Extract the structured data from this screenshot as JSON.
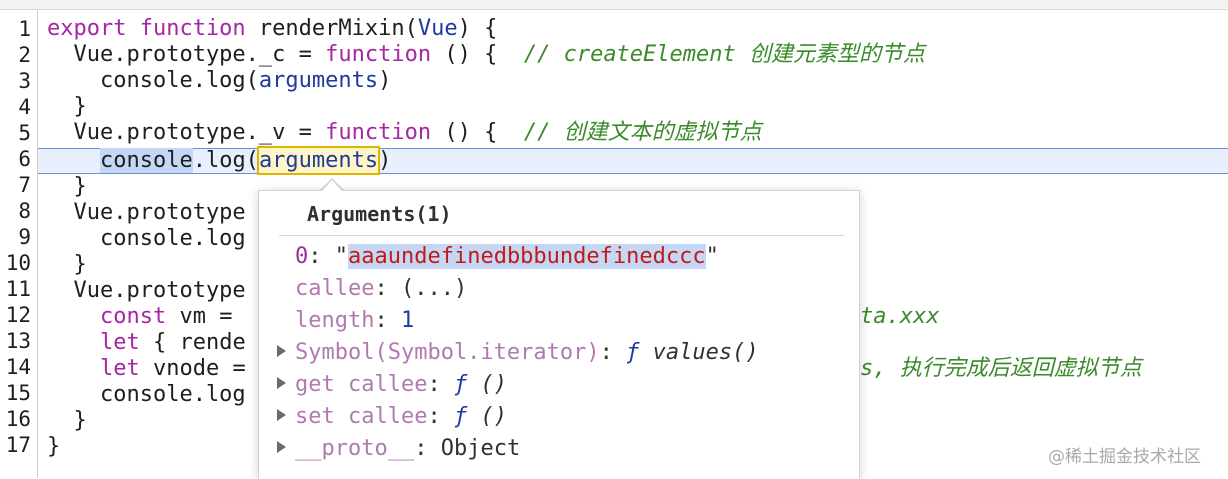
{
  "line_numbers": [
    "1",
    "2",
    "3",
    "4",
    "5",
    "6",
    "7",
    "8",
    "9",
    "10",
    "11",
    "12",
    "13",
    "14",
    "15",
    "16",
    "17"
  ],
  "code": {
    "l1": {
      "kw1": "export function ",
      "name": "renderMixin",
      "params": "(",
      "vue": "Vue",
      "end": ") {"
    },
    "l2": {
      "pre": "  Vue.prototype._c = ",
      "kw": "function",
      "post": " () {  ",
      "comment": "// createElement 创建元素型的节点"
    },
    "l3": {
      "pre": "    console.log(",
      "arg": "arguments",
      "post": ")"
    },
    "l4": {
      "text": "  }"
    },
    "l5": {
      "pre": "  Vue.prototype._v = ",
      "kw": "function",
      "post": " () {  ",
      "comment": "// 创建文本的虚拟节点"
    },
    "l6": {
      "indent": "    ",
      "sel": "console",
      "mid": ".log(",
      "arg": "arguments",
      "post": ")"
    },
    "l7": {
      "text": "  }"
    },
    "l8": {
      "text": "  Vue.prototype"
    },
    "l9": {
      "text": "    console.log"
    },
    "l10": {
      "text": "  }"
    },
    "l11": {
      "text": "  Vue.prototype"
    },
    "l12": {
      "pre": "    ",
      "kw": "const",
      "post": " vm =",
      "tail": "ta.xxx"
    },
    "l13": {
      "pre": "    ",
      "kw": "let",
      "post": " { rende"
    },
    "l14": {
      "pre": "    ",
      "kw": "let",
      "post": " vnode =",
      "tail": "s, 执行完成后返回虚拟节点"
    },
    "l15": {
      "text": "    console.log"
    },
    "l16": {
      "text": "  }"
    },
    "l17": {
      "text": "}"
    }
  },
  "tooltip": {
    "title": "Arguments(1)",
    "rows": [
      {
        "key": "0",
        "sep": ": ",
        "q1": "\"",
        "value": "aaaundefinedbbbundefinedccc",
        "q2": "\""
      },
      {
        "key": "callee",
        "sep": ": ",
        "value": "(...)"
      },
      {
        "key": "length",
        "sep": ": ",
        "value": "1"
      },
      {
        "key": "Symbol(Symbol.iterator)",
        "sep": ": ",
        "f": "ƒ",
        "value": " values()"
      },
      {
        "key": "get callee",
        "sep": ": ",
        "f": "ƒ",
        "value": " ()"
      },
      {
        "key": "set callee",
        "sep": ": ",
        "f": "ƒ",
        "value": " ()"
      },
      {
        "key": "__proto__",
        "sep": ": ",
        "value": "Object"
      }
    ]
  },
  "watermark": "@稀土掘金技术社区"
}
